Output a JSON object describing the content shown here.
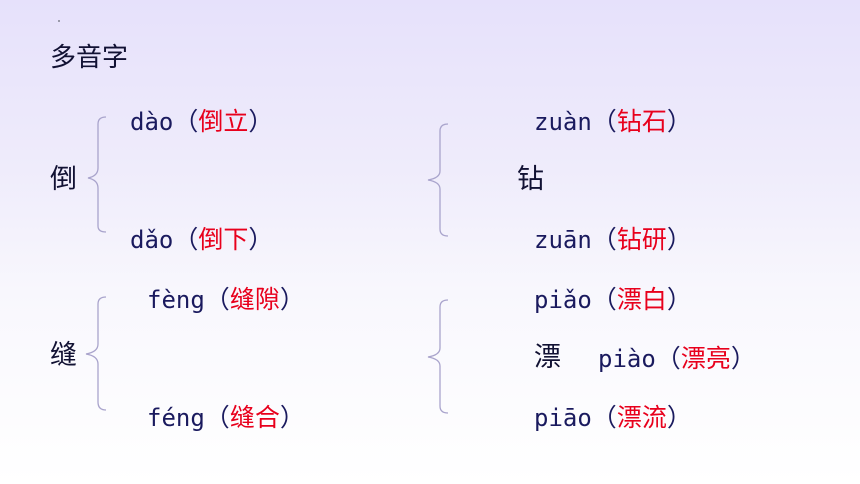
{
  "title": "多音字",
  "groups": {
    "dao": {
      "char": "倒",
      "rows": [
        {
          "pinyin": "dào",
          "open": "（",
          "word": "倒立",
          "close": "）"
        },
        {
          "pinyin": "dǎo",
          "open": "（",
          "word": "倒下",
          "close": "）"
        }
      ]
    },
    "zuan": {
      "char": "钻",
      "rows": [
        {
          "pinyin": "zuàn",
          "open": "（",
          "word": "钻石",
          "close": "）"
        },
        {
          "pinyin": "zuān",
          "open": "（",
          "word": "钻研",
          "close": "）"
        }
      ]
    },
    "feng": {
      "char": "缝",
      "rows": [
        {
          "pinyin": "fèng",
          "open": "（",
          "word": "缝隙",
          "close": "）"
        },
        {
          "pinyin": "féng",
          "open": "（",
          "word": "缝合",
          "close": "）"
        }
      ]
    },
    "piao": {
      "char": "漂",
      "rows": [
        {
          "pinyin": "piǎo",
          "open": "（",
          "word": "漂白",
          "close": "）"
        },
        {
          "pinyin": "piào",
          "open": "（",
          "word": "漂亮",
          "close": "）"
        },
        {
          "pinyin": "piāo",
          "open": "（",
          "word": "漂流",
          "close": "）"
        }
      ]
    }
  },
  "colors": {
    "text": "#1a1a5e",
    "highlight": "#e8001c",
    "brace": "#a9a4cc"
  }
}
